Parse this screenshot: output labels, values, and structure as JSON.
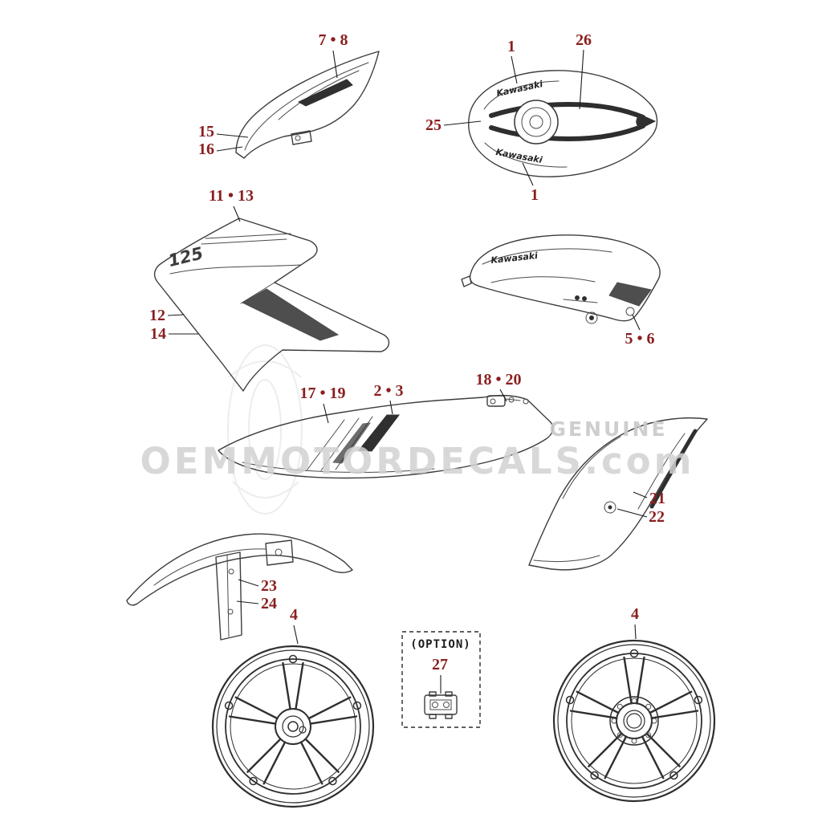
{
  "diagram": {
    "label_color": "#8a1f1f",
    "line_color": "#3d3d3d",
    "watermark": {
      "site": "OEMMOTORDECALS.com",
      "genuine": "GENUINE"
    },
    "decals": {
      "brand": "Kawasaki",
      "model": "125"
    },
    "option": {
      "title": "(OPTION)",
      "number": "27"
    },
    "callouts": {
      "c7_8": "7 • 8",
      "c15": "15",
      "c16": "16",
      "c1_top": "1",
      "c26": "26",
      "c25": "25",
      "c1_bottom": "1",
      "c11_13": "11 • 13",
      "c12": "12",
      "c14": "14",
      "c5_6": "5 • 6",
      "c17_19": "17 • 19",
      "c2_3": "2 • 3",
      "c18_20": "18 • 20",
      "c21": "21",
      "c22": "22",
      "c23": "23",
      "c24": "24",
      "c4_left": "4",
      "c4_right": "4"
    }
  }
}
